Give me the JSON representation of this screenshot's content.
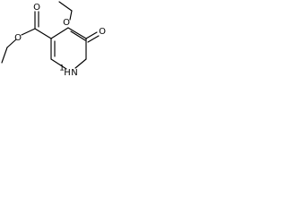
{
  "molecule": {
    "atoms": {
      "ether_oxygen": "O",
      "ester_carbonyl_oxygen": "O",
      "ester_oxygen": "O",
      "lactam_oxygen": "O",
      "ring_nitrogen": "N",
      "ring_nh": "H",
      "ring_n_label": "1"
    }
  }
}
